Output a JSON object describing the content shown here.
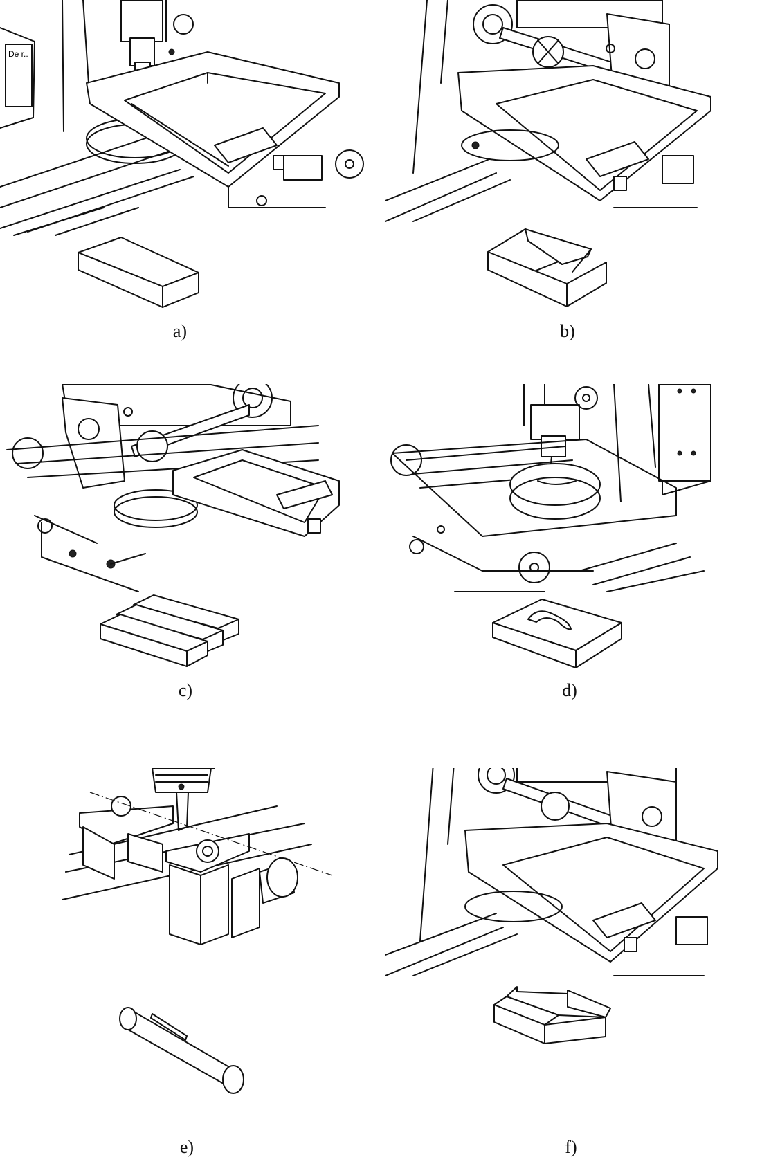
{
  "panels": [
    {
      "id": "a",
      "caption": "a)"
    },
    {
      "id": "b",
      "caption": "b)"
    },
    {
      "id": "c",
      "caption": "c)"
    },
    {
      "id": "d",
      "caption": "d)"
    },
    {
      "id": "e",
      "caption": "e)"
    },
    {
      "id": "f",
      "caption": "f)"
    }
  ],
  "labels": {
    "cabinet_text": "De r.."
  }
}
